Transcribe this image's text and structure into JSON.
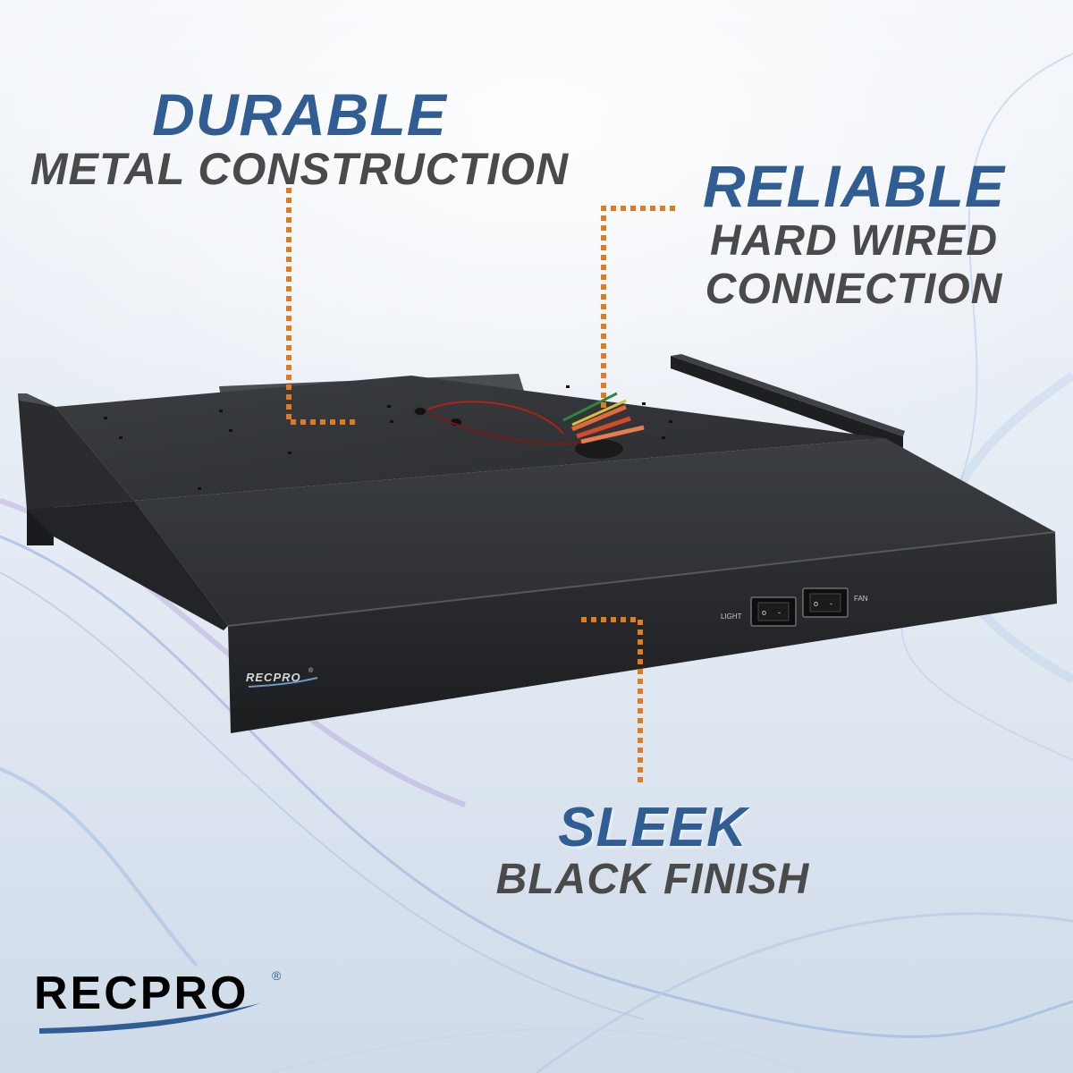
{
  "callouts": {
    "durable": {
      "headline": "DURABLE",
      "sub": "METAL CONSTRUCTION"
    },
    "reliable": {
      "headline": "RELIABLE",
      "sub_line1": "HARD WIRED",
      "sub_line2": "CONNECTION"
    },
    "sleek": {
      "headline": "SLEEK",
      "sub": "BLACK FINISH"
    }
  },
  "product": {
    "front_logo": "RECPRO",
    "front_logo_mark": "®",
    "switch_left_label": "LIGHT",
    "switch_right_label": "FAN"
  },
  "brand": {
    "logo_text": "RECPRO",
    "registered_mark": "®"
  },
  "colors": {
    "headline": "#2f5d94",
    "subtext": "#4a4a4a",
    "leader_line": "#e07b1f",
    "hood_body": "#2b2d30"
  }
}
